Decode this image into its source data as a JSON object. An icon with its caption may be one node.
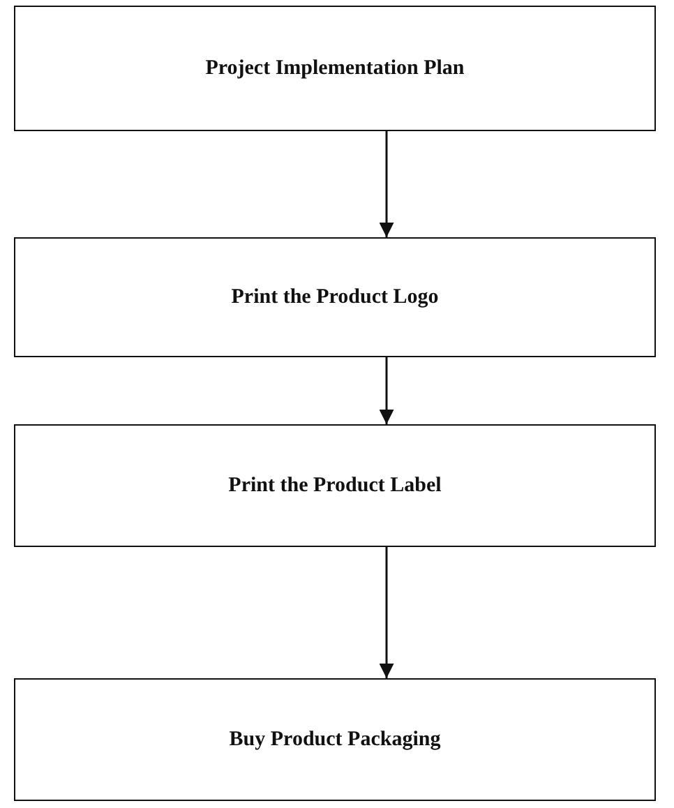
{
  "diagram": {
    "nodes": [
      {
        "text": [
          "Project Implementation Plan"
        ]
      },
      {
        "text": [
          "Print the Product Logo"
        ]
      },
      {
        "text": [
          "Print the Product Label"
        ]
      },
      {
        "text": [
          "Buy Product Packaging"
        ]
      }
    ],
    "edges": [
      {
        "from": 0,
        "to": 1,
        "arrow": "to"
      },
      {
        "from": 1,
        "to": 2,
        "arrow": "to"
      },
      {
        "from": 2,
        "to": 3,
        "arrow": "to"
      }
    ]
  }
}
